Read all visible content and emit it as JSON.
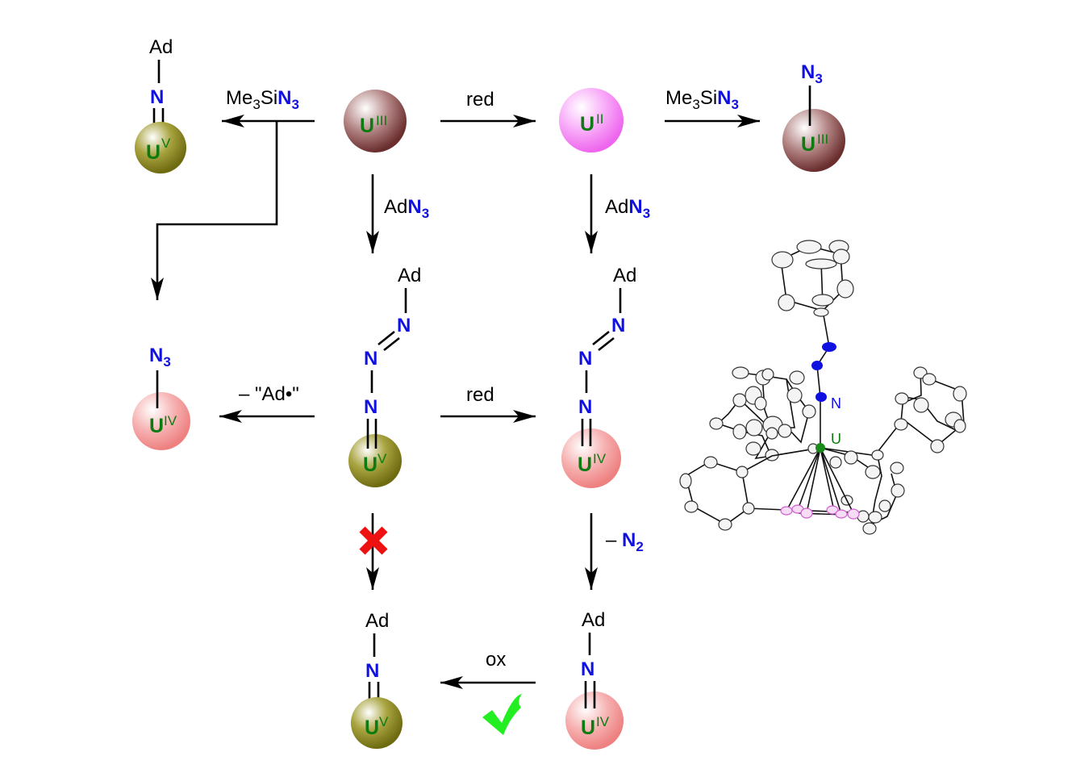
{
  "title": "Reactivity of U(III)/U(II) complexes toward organic and silyl azides",
  "colors": {
    "uIII": "#7a3a3a",
    "uII": "#f070f0",
    "uIV": "#f08a8a",
    "uV": "#7a7a10",
    "uranium_label": "#0d7a12",
    "nitrogen": "#1010e0",
    "cross": "#ee1111",
    "check": "#22ee22"
  },
  "species": {
    "uIII_start": {
      "metal": "U",
      "ox": "III"
    },
    "uII": {
      "metal": "U",
      "ox": "II"
    },
    "uIII_azide": {
      "metal": "U",
      "ox": "III",
      "ligand_main": "N",
      "ligand_sub": "3"
    },
    "uV_imido_top": {
      "metal": "U",
      "ox": "V",
      "atom": "N",
      "group": "Ad"
    },
    "uIV_azide": {
      "metal": "U",
      "ox": "IV",
      "ligand_main": "N",
      "ligand_sub": "3"
    },
    "uV_tetrazene": {
      "metal": "U",
      "ox": "V",
      "n1": "N",
      "n2": "N",
      "n3": "N",
      "group": "Ad"
    },
    "uIV_tetrazene": {
      "metal": "U",
      "ox": "IV",
      "n1": "N",
      "n2": "N",
      "n3": "N",
      "group": "Ad"
    },
    "uV_imido_bottom": {
      "metal": "U",
      "ox": "V",
      "atom": "N",
      "group": "Ad"
    },
    "uIV_imido": {
      "metal": "U",
      "ox": "IV",
      "atom": "N",
      "group": "Ad"
    }
  },
  "reagents": {
    "me3sin3_left": {
      "prefix": "Me",
      "sub1": "3",
      "mid": "Si",
      "n": "N",
      "sub2": "3"
    },
    "red_top": "red",
    "me3sin3_right": {
      "prefix": "Me",
      "sub1": "3",
      "mid": "Si",
      "n": "N",
      "sub2": "3"
    },
    "adn3_left": {
      "prefix": "Ad",
      "n": "N",
      "sub": "3"
    },
    "adn3_right": {
      "prefix": "Ad",
      "n": "N",
      "sub": "3"
    },
    "minus_ad_radical": "– \"Ad•\"",
    "red_middle": "red",
    "minus_n2": {
      "prefix": "– ",
      "n": "N",
      "sub": "2"
    },
    "ox": "ox"
  },
  "marks": {
    "blocked": "✖",
    "allowed": "✔"
  },
  "crystal_structure": {
    "label_n": "N",
    "label_u": "U"
  }
}
